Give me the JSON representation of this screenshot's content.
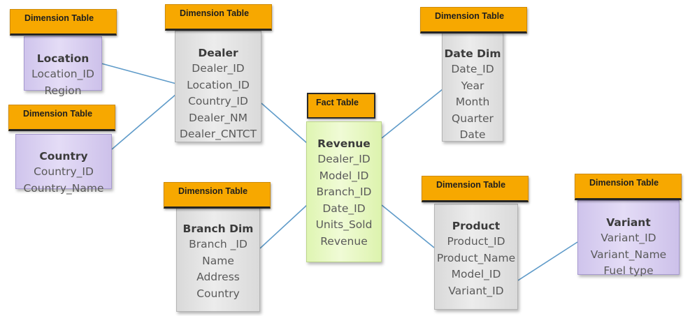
{
  "tables": [
    {
      "id": "location",
      "tag": "Dimension Table",
      "title": "Location",
      "fields": [
        "Location_ID",
        "Region"
      ],
      "color": "#ddd4f3"
    },
    {
      "id": "dealer",
      "tag": "Dimension Table",
      "title": "Dealer",
      "fields": [
        "Dealer_ID",
        "Location_ID",
        "Country_ID",
        "Dealer_NM",
        "Dealer_CNTCT"
      ],
      "color": "#e3e3e3"
    },
    {
      "id": "country",
      "tag": "Dimension Table",
      "title": "Country",
      "fields": [
        "Country_ID",
        "Country_Name"
      ],
      "color": "#ddd4f3"
    },
    {
      "id": "revenue",
      "tag": "Fact Table",
      "title": "Revenue",
      "fields": [
        "Dealer_ID",
        "Model_ID",
        "Branch_ID",
        "Date_ID",
        "Units_Sold",
        "Revenue"
      ],
      "color": "#e9f8c6"
    },
    {
      "id": "datedim",
      "tag": "Dimension Table",
      "title": "Date Dim",
      "fields": [
        "Date_ID",
        "Year",
        "Month",
        "Quarter",
        "Date"
      ],
      "color": "#e3e3e3"
    },
    {
      "id": "branch",
      "tag": "Dimension Table",
      "title": "Branch Dim",
      "fields": [
        "Branch _ID",
        "Name",
        "Address",
        "Country"
      ],
      "color": "#e3e3e3"
    },
    {
      "id": "product",
      "tag": "Dimension Table",
      "title": "Product",
      "fields": [
        "Product_ID",
        "Product_Name",
        "Model_ID",
        "Variant_ID"
      ],
      "color": "#e3e3e3"
    },
    {
      "id": "variant",
      "tag": "Dimension Table",
      "title": "Variant",
      "fields": [
        "Variant_ID",
        "Variant_Name",
        "Fuel type"
      ],
      "color": "#ddd4f3"
    }
  ],
  "connections": [
    [
      "location",
      "dealer"
    ],
    [
      "country",
      "dealer"
    ],
    [
      "dealer",
      "revenue"
    ],
    [
      "branch",
      "revenue"
    ],
    [
      "datedim",
      "revenue"
    ],
    [
      "product",
      "revenue"
    ],
    [
      "variant",
      "product"
    ]
  ],
  "accent_colors": {
    "tag": "#f7a800",
    "connector": "#5f9bc9"
  }
}
